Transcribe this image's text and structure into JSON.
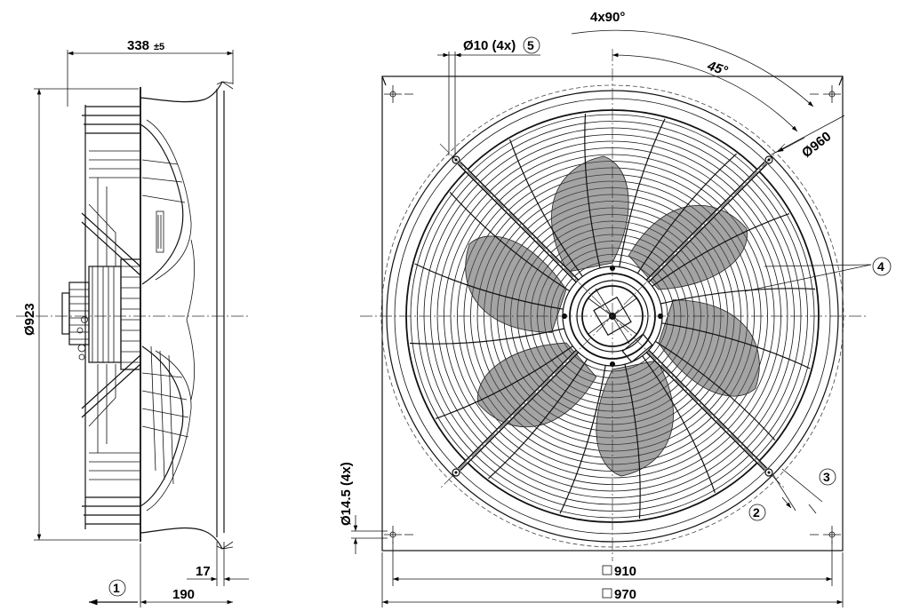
{
  "side_view": {
    "depth_label": "338",
    "depth_tol": "±5",
    "diameter_label": "Ø923",
    "offset_label": "190",
    "flange_label": "17",
    "callout_1": "1"
  },
  "front_view": {
    "angle_total": "4x90°",
    "angle_45": "45°",
    "hole_label": "Ø10 (4x)",
    "callout_5": "5",
    "ring_dia": "Ø960",
    "callout_4": "4",
    "slot_label": "Ø14.5 (4x)",
    "callout_2": "2",
    "callout_3": "3",
    "hole_pitch": "910",
    "plate_size": "970"
  }
}
